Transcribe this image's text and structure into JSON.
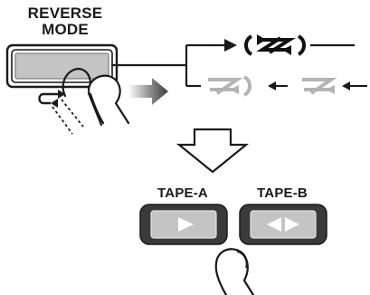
{
  "reverse_mode_button": {
    "label_line1": "REVERSE",
    "label_line2": "MODE"
  },
  "mode_cycle": {
    "active_mode_icon": "continuous-reverse-icon",
    "inactive_mode_icons": [
      "one-way-reverse-icon",
      "one-way-play-icon"
    ],
    "active_color": "#111111",
    "inactive_color": "#b4b4b4"
  },
  "tape_a_button": {
    "label": "TAPE-A",
    "icon": "play-forward-icon"
  },
  "tape_b_button": {
    "label": "TAPE-B",
    "icon": "play-both-directions-icon"
  },
  "colors": {
    "button_face": "#c4c4c4",
    "button_frame": "#3a3a3a",
    "ink": "#1a1a1a",
    "glyph": "#ffffff"
  }
}
